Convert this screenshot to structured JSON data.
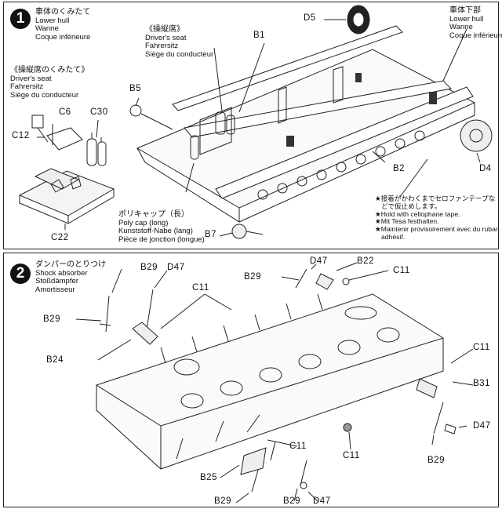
{
  "step1": {
    "number": "1",
    "title": {
      "jp": "車体のくみたて",
      "de": "Lower hull",
      "de2": "Wanne",
      "fr": "Coque inférieure"
    },
    "lower_hull_note": {
      "jp": "車体下部",
      "en": "Lower hull",
      "de": "Wanne",
      "fr": "Coque inférieure"
    },
    "drivers_seat_a": {
      "jp": "《操縦席》",
      "en": "Driver's seat",
      "de": "Fahrersitz",
      "fr": "Siège du conducteur"
    },
    "drivers_seat_b": {
      "jp": "《操縦席のくみたて》",
      "en": "Driver's seat",
      "de": "Fahrersitz",
      "fr": "Siège du conducteur"
    },
    "poly_cap": {
      "jp": "ポリキャップ（長）",
      "en": "Poly cap (long)",
      "de": "Kunststoff-Nabe (lang)",
      "fr": "Pièce de jonction (longue)"
    },
    "tape_note": {
      "jp1": "★接着がかわくまでセロファンテープな",
      "jp2": "どで仮止めします。",
      "en": "★Hold with cellophane tape.",
      "de": "★Mit Tesa festhalten.",
      "fr1": "★Maintenir provisoirement avec du ruban",
      "fr2": "adhésif."
    },
    "parts": {
      "d5": "D5",
      "b1": "B1",
      "b5": "B5",
      "c6": "C6",
      "c30": "C30",
      "c12": "C12",
      "c22": "C22",
      "b2": "B2",
      "d4": "D4",
      "b7": "B7"
    }
  },
  "step2": {
    "number": "2",
    "title": {
      "jp": "ダンパーのとりつけ",
      "de": "Shock absorber",
      "de2": "Stoßdämpfer",
      "fr": "Amortisseur"
    },
    "parts": {
      "b29a": "B29",
      "d47a": "D47",
      "b29b": "B29",
      "d47b": "D47",
      "b22": "B22",
      "c11a": "C11",
      "c11b": "C11",
      "b29c": "B29",
      "b24": "B24",
      "c11c": "C11",
      "b31": "B31",
      "d47c": "D47",
      "c11d": "C11",
      "c11e": "C11",
      "b29d": "B29",
      "b25": "B25",
      "b29e": "B29",
      "b29f": "B29",
      "d47d": "D47"
    }
  }
}
